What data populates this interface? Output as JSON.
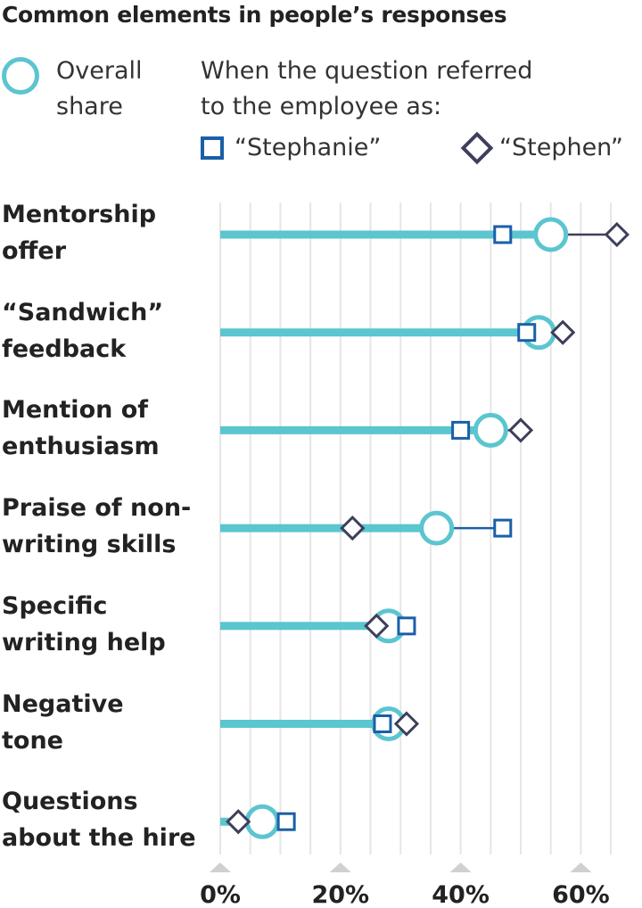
{
  "chart_data": {
    "type": "dot",
    "title": "Common elements in people’s responses",
    "legend": {
      "overall": "Overall share",
      "overall_lines": [
        "Overall",
        "share"
      ],
      "when_lines": [
        "When the question referred",
        "to the employee as:"
      ],
      "stephanie": "“Stephanie”",
      "stephen": "“Stephen”"
    },
    "colors": {
      "overall": "#5bc5d0",
      "stephanie": "#1a5fa8",
      "stephen": "#3d3f5a",
      "grid": "#e6e6e6",
      "tick_marker": "#d0d0d0"
    },
    "xlim": [
      0,
      70
    ],
    "xticks": [
      0,
      20,
      40,
      60
    ],
    "xtick_labels": [
      "0%",
      "20%",
      "40%",
      "60%"
    ],
    "grid_step": 5,
    "categories": [
      {
        "lines": [
          "Mentorship",
          "offer"
        ],
        "overall": 55,
        "stephanie": 47,
        "stephen": 66
      },
      {
        "lines": [
          "“Sandwich”",
          "feedback"
        ],
        "overall": 53,
        "stephanie": 51,
        "stephen": 57
      },
      {
        "lines": [
          "Mention of",
          "enthusiasm"
        ],
        "overall": 45,
        "stephanie": 40,
        "stephen": 50
      },
      {
        "lines": [
          "Praise of non-",
          "writing skills"
        ],
        "overall": 36,
        "stephanie": 47,
        "stephen": 22
      },
      {
        "lines": [
          "Specific",
          "writing help"
        ],
        "overall": 28,
        "stephanie": 31,
        "stephen": 26
      },
      {
        "lines": [
          "Negative",
          "tone"
        ],
        "overall": 28,
        "stephanie": 27,
        "stephen": 31
      },
      {
        "lines": [
          "Questions",
          "about the hire"
        ],
        "overall": 7,
        "stephanie": 11,
        "stephen": 3
      }
    ]
  }
}
